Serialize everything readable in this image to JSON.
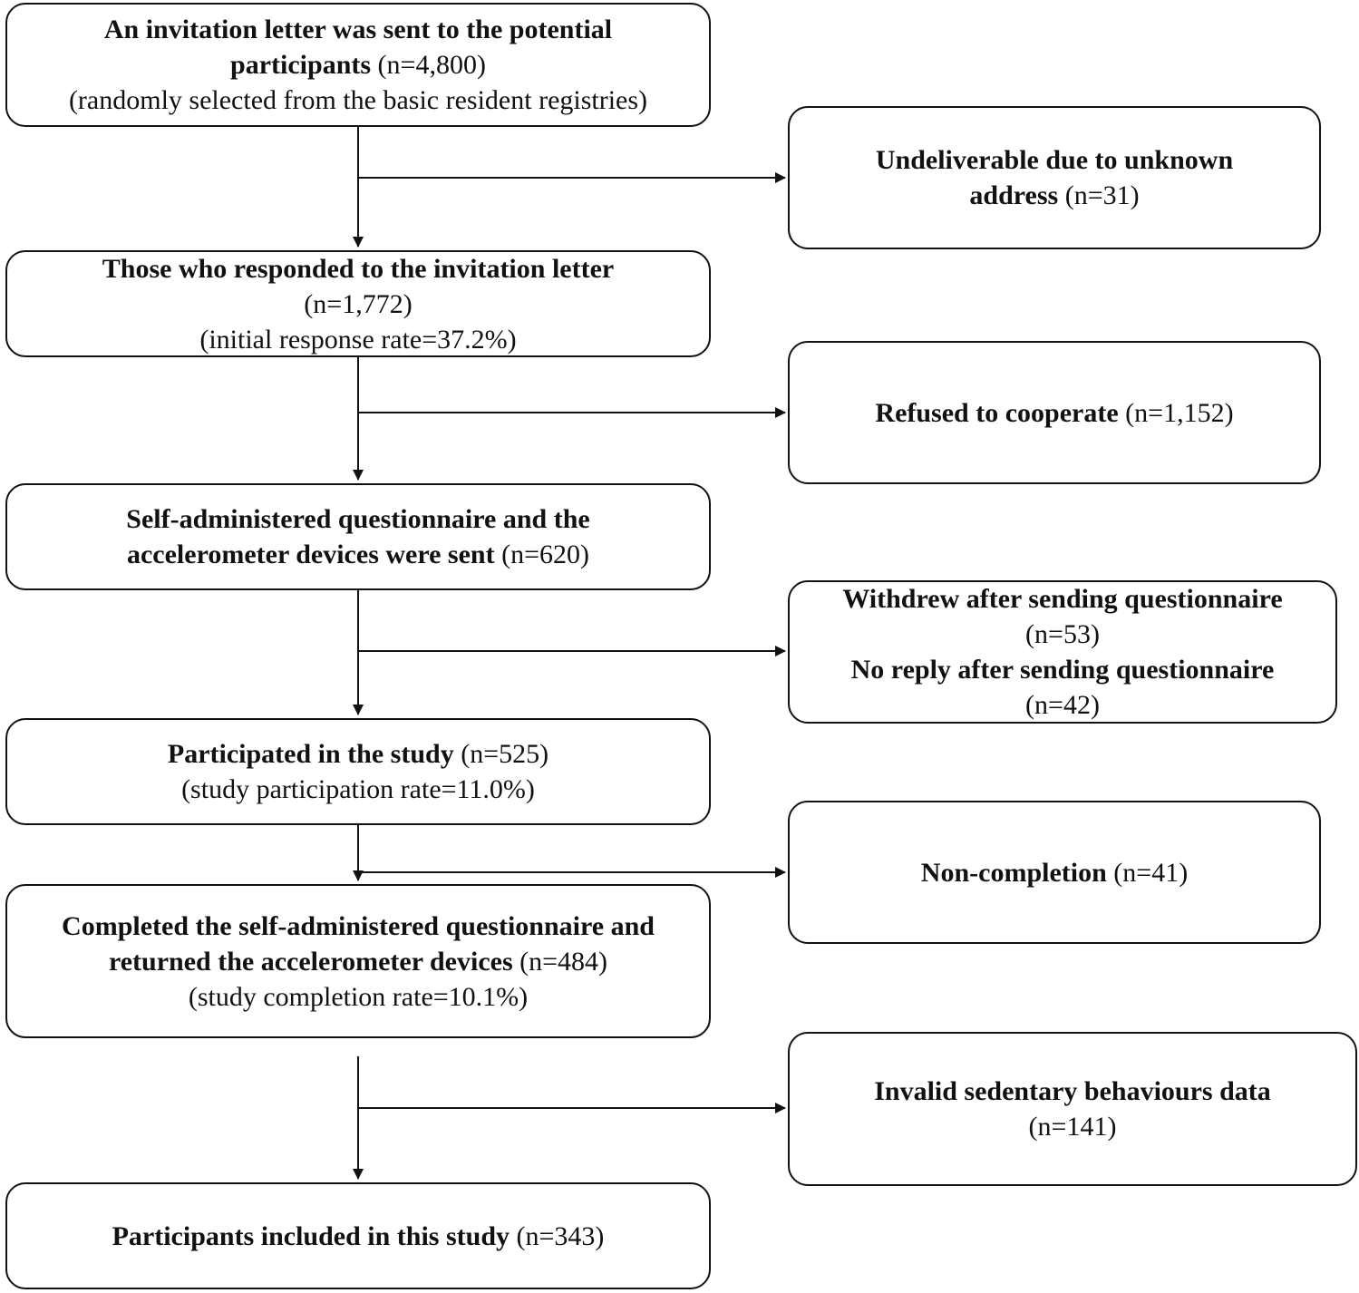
{
  "main": {
    "invitation": {
      "bold1": "An invitation letter was sent to the potential",
      "bold2": "participants",
      "count": " (n=4,800)",
      "note": "(randomly selected from the basic resident registries)"
    },
    "responded": {
      "bold": "Those who responded to the invitation letter",
      "count": "(n=1,772)",
      "note": "(initial response rate=37.2%)"
    },
    "sent": {
      "bold1": "Self-administered questionnaire and the",
      "bold2": "accelerometer devices were sent",
      "count": " (n=620)"
    },
    "participated": {
      "bold": "Participated in the study",
      "count": " (n=525)",
      "note": "(study participation rate=11.0%)"
    },
    "completed": {
      "bold1": "Completed the self-administered questionnaire and",
      "bold2": "returned the accelerometer devices",
      "count": " (n=484)",
      "note": "(study completion rate=10.1%)"
    },
    "included": {
      "bold": "Participants included in this study",
      "count": " (n=343)"
    }
  },
  "exclusions": {
    "undeliverable": {
      "bold1": "Undeliverable due to unknown",
      "bold2": "address",
      "count": " (n=31)"
    },
    "refused": {
      "bold": "Refused to cooperate",
      "count": " (n=1,152)"
    },
    "withdrew": {
      "bold1": "Withdrew after sending questionnaire",
      "count1": "(n=53)",
      "bold2": "No reply after sending questionnaire",
      "count2": "(n=42)"
    },
    "noncompletion": {
      "bold": "Non-completion",
      "count": " (n=41)"
    },
    "invalid": {
      "bold": "Invalid sedentary behaviours data",
      "count": "(n=141)"
    }
  }
}
